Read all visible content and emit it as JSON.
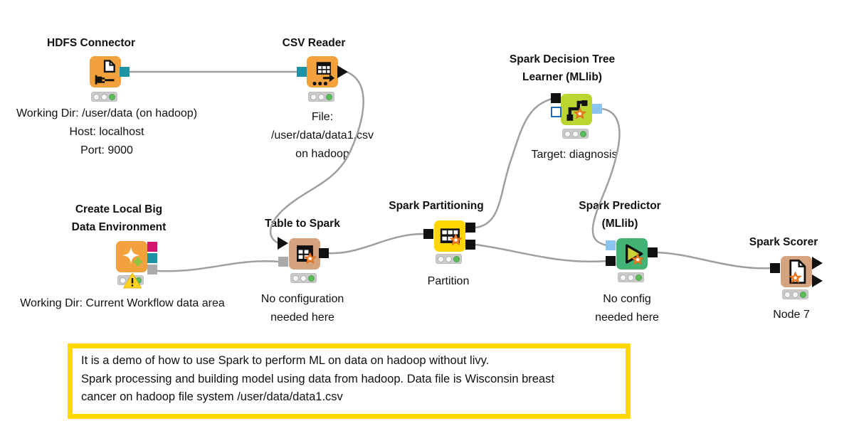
{
  "workflow": {
    "nodes": {
      "hdfs": {
        "title1": "HDFS Connector",
        "desc1": "Working Dir: /user/data (on hadoop)",
        "desc2": "Host: localhost",
        "desc3": "Port: 9000"
      },
      "csv": {
        "title1": "CSV Reader",
        "desc1": "File:",
        "desc2": "/user/data/data1.csv",
        "desc3": "on hadoop"
      },
      "learner": {
        "title1": "Spark Decision Tree",
        "title2": "Learner (MLlib)",
        "desc1": "Target: diagnosis"
      },
      "create_env": {
        "title1": "Create Local Big",
        "title2": "Data Environment",
        "desc1": "Working Dir: Current Workflow data area"
      },
      "table_to_spark": {
        "title1": "Table to Spark",
        "desc1": "No configuration",
        "desc2": "needed here"
      },
      "partitioning": {
        "title1": "Spark Partitioning",
        "desc1": "Partition"
      },
      "predictor": {
        "title1": "Spark Predictor",
        "title2": "(MLlib)",
        "desc1": "No config",
        "desc2": "needed here"
      },
      "scorer": {
        "title1": "Spark Scorer",
        "desc1": "Node 7"
      }
    },
    "annotation": {
      "line1": "It is a demo of how to use Spark to perform ML on data on hadoop without livy.",
      "line2": "Spark processing and building model using data from hadoop. Data file is Wisconsin breast",
      "line3": "cancer on hadoop file system /user/data/data1.csv"
    },
    "colors": {
      "node_orange": "#F2A13D",
      "node_tan": "#D5A47E",
      "node_yellow": "#FFD503",
      "node_lime": "#BCD631",
      "node_green": "#42B374",
      "port_teal": "#1D94A6",
      "port_magenta": "#D2166E",
      "port_grey": "#ABABAB",
      "port_lightblue": "#8BC5EF",
      "port_blue_outline": "#1D6EB7",
      "wire_grey": "#9F9F9F",
      "status_green": "#5CBD5A",
      "annotation_border": "#FFD800",
      "warning_yellow": "#FFD21E"
    }
  }
}
